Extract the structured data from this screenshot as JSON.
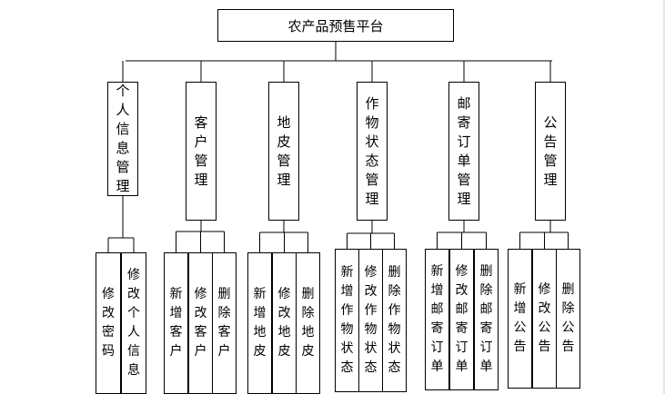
{
  "root": {
    "label": "农产品预售平台"
  },
  "modules": [
    {
      "label": "个人信息管理",
      "children": [
        "修改密码",
        "修改个人信息"
      ]
    },
    {
      "label": "客户管理",
      "children": [
        "新增客户",
        "修改客户",
        "删除客户"
      ]
    },
    {
      "label": "地皮管理",
      "children": [
        "新增地皮",
        "修改地皮",
        "删除地皮"
      ]
    },
    {
      "label": "作物状态管理",
      "children": [
        "新增作物状态",
        "修改作物状态",
        "删除作物状态"
      ]
    },
    {
      "label": "邮寄订单管理",
      "children": [
        "新增邮寄订单",
        "修改邮寄订单",
        "删除邮寄订单"
      ]
    },
    {
      "label": "公告管理",
      "children": [
        "新增公告",
        "修改公告",
        "删除公告"
      ]
    }
  ]
}
